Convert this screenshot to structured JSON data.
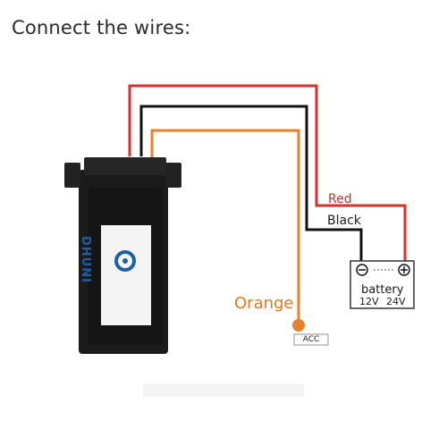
{
  "title": "Connect the wires:",
  "wires": {
    "red_label": "Red",
    "black_label": "Black",
    "orange_label": "Orange"
  },
  "battery": {
    "label": "battery",
    "voltage_12": "12V",
    "voltage_24": "24V",
    "negative_symbol": "−",
    "positive_symbol": "+"
  },
  "acc_label": "ACC",
  "device": {
    "brand": "DHUNI"
  },
  "colors": {
    "red_wire": "#d9302a",
    "black_wire": "#111111",
    "orange_wire": "#e8812b",
    "brand_blue": "#1f5fa8"
  }
}
